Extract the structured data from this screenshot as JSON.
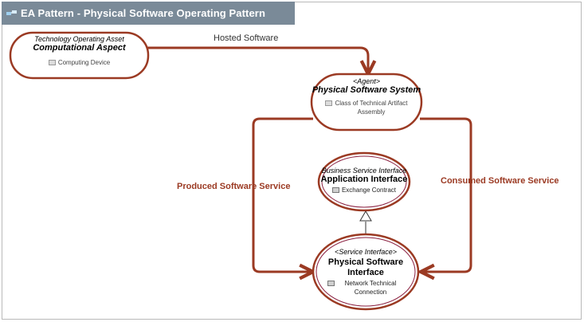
{
  "window": {
    "title": "EA Pattern - Physical Software Operating Pattern",
    "icon": "pattern-icon"
  },
  "colors": {
    "accent": "#9b3a23",
    "title_bar": "#7a8a98",
    "interface_border": "#8a2040"
  },
  "nodes": {
    "computational_aspect": {
      "stereotype": "Technology Operating Asset",
      "name": "Computational Aspect",
      "attribute": "Computing Device"
    },
    "physical_software_system": {
      "stereotype": "<Agent>",
      "name": "Physical Software System",
      "attribute": "Class of Technical Artifact Assembly"
    },
    "application_interface": {
      "stereotype": "Business Service Interface",
      "name": "Application Interface",
      "attribute": "Exchange Contract"
    },
    "physical_software_interface": {
      "stereotype": "<Service Interface>",
      "name": "Physical Software Interface",
      "attribute": "Network Technical Connection"
    }
  },
  "edges": {
    "hosted_software": "Hosted Software",
    "produced_software_service": "Produced Software Service",
    "consumed_software_service": "Consumed Software Service"
  }
}
